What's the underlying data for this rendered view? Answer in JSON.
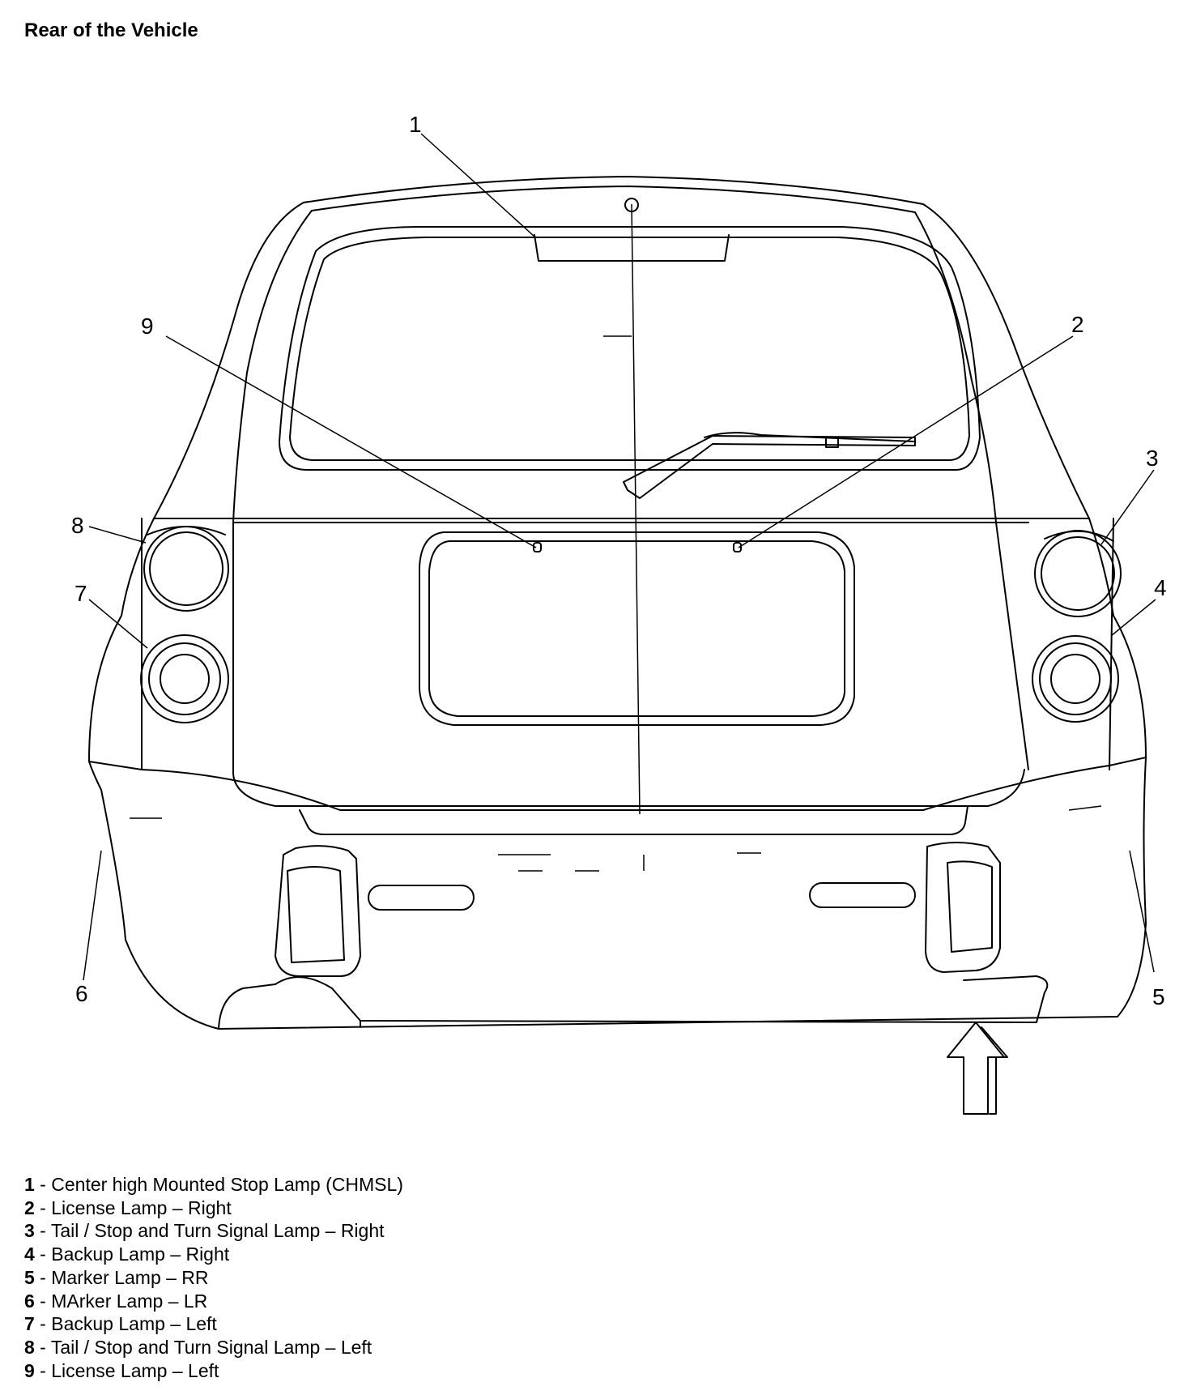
{
  "title": "Rear of the Vehicle",
  "callouts": {
    "c1": "1",
    "c2": "2",
    "c3": "3",
    "c4": "4",
    "c5": "5",
    "c6": "6",
    "c7": "7",
    "c8": "8",
    "c9": "9"
  },
  "legend": [
    {
      "num": "1",
      "sep": " - ",
      "text": "Center high Mounted Stop Lamp (CHMSL)"
    },
    {
      "num": "2",
      "sep": " - ",
      "text": "License Lamp – Right"
    },
    {
      "num": "3",
      "sep": " - ",
      "text": "Tail / Stop and Turn Signal Lamp – Right"
    },
    {
      "num": "4",
      "sep": " - ",
      "text": "Backup Lamp – Right"
    },
    {
      "num": "5",
      "sep": " - ",
      "text": "Marker Lamp – RR"
    },
    {
      "num": "6",
      "sep": " - ",
      "text": "MArker Lamp – LR"
    },
    {
      "num": "7",
      "sep": " - ",
      "text": "Backup Lamp – Left"
    },
    {
      "num": "8",
      "sep": " - ",
      "text": "Tail / Stop and Turn Signal Lamp – Left"
    },
    {
      "num": "9",
      "sep": " - ",
      "text": "License Lamp – Left"
    }
  ]
}
